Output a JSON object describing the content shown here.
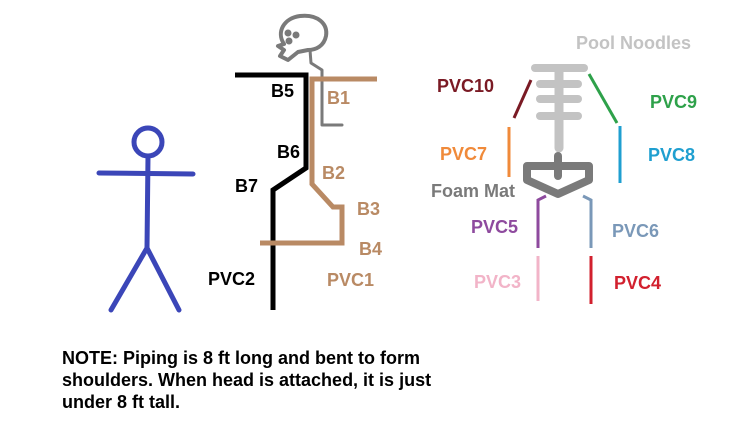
{
  "colors": {
    "stickman": "#3b46b8",
    "black_pipe": "#000000",
    "brown_pipe": "#b98a64",
    "head": "#7a7a7a",
    "pool_noodles": "#c3c3c3",
    "foam_mat": "#7a7a7a",
    "pvc10": "#7a1a24",
    "pvc9": "#2ea14a",
    "pvc7": "#f08a3a",
    "pvc8": "#1f9fd0",
    "pvc5": "#8e4a9e",
    "pvc6": "#7a98b8",
    "pvc3": "#f2b4c8",
    "pvc4": "#d2202e"
  },
  "frame_labels": {
    "b5": "B5",
    "b1": "B1",
    "b6": "B6",
    "b2": "B2",
    "b7": "B7",
    "b3": "B3",
    "b4": "B4",
    "pvc2": "PVC2",
    "pvc1": "PVC1"
  },
  "parts_labels": {
    "pool_noodles": "Pool Noodles",
    "pvc10": "PVC10",
    "pvc9": "PVC9",
    "pvc7": "PVC7",
    "pvc8": "PVC8",
    "foam_mat": "Foam Mat",
    "pvc5": "PVC5",
    "pvc6": "PVC6",
    "pvc3": "PVC3",
    "pvc4": "PVC4"
  },
  "note": "NOTE: Piping is 8 ft long and bent to form shoulders. When head is attached, it is just under 8 ft tall."
}
